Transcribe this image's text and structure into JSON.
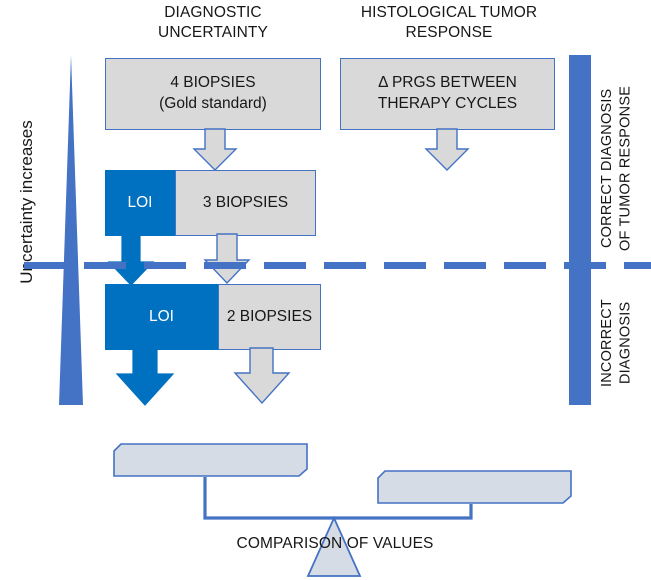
{
  "figure": {
    "title": "Diagnostic uncertainty versus histological tumor response schematic"
  },
  "headers": {
    "diagnostic": "DIAGNOSTIC\nUNCERTAINTY",
    "histological": "HISTOLOGICAL TUMOR\nRESPONSE"
  },
  "boxes": {
    "four_biopsies": "4 BIOPSIES\n(Gold standard)",
    "prgs": "Δ PRGS BETWEEN\nTHERAPY CYCLES",
    "three_biopsies": "3 BIOPSIES",
    "two_biopsies": "2 BIOPSIES",
    "loi_upper": "LOI",
    "loi_lower": "LOI"
  },
  "axis_labels": {
    "left": "Uncertainty increases",
    "right_top": "CORRECT DIAGNOSIS\nOF TUMOR RESPONSE",
    "right_bottom": "INCORRECT\nDIAGNOSIS"
  },
  "comparison": {
    "label": "COMPARISON OF VALUES",
    "left_box_text": "",
    "right_box_text": ""
  },
  "colors": {
    "loi_blue": "#0070C0",
    "accent_blue": "#4472C4",
    "box_gray": "#D9D9D9",
    "comparison_fill": "#D6DCE5",
    "text": "#171717",
    "background": "#FFFFFF"
  },
  "divider": {
    "style": "dashed",
    "color": "#4472C4",
    "meaning": "boundary between correct and incorrect diagnosis"
  }
}
